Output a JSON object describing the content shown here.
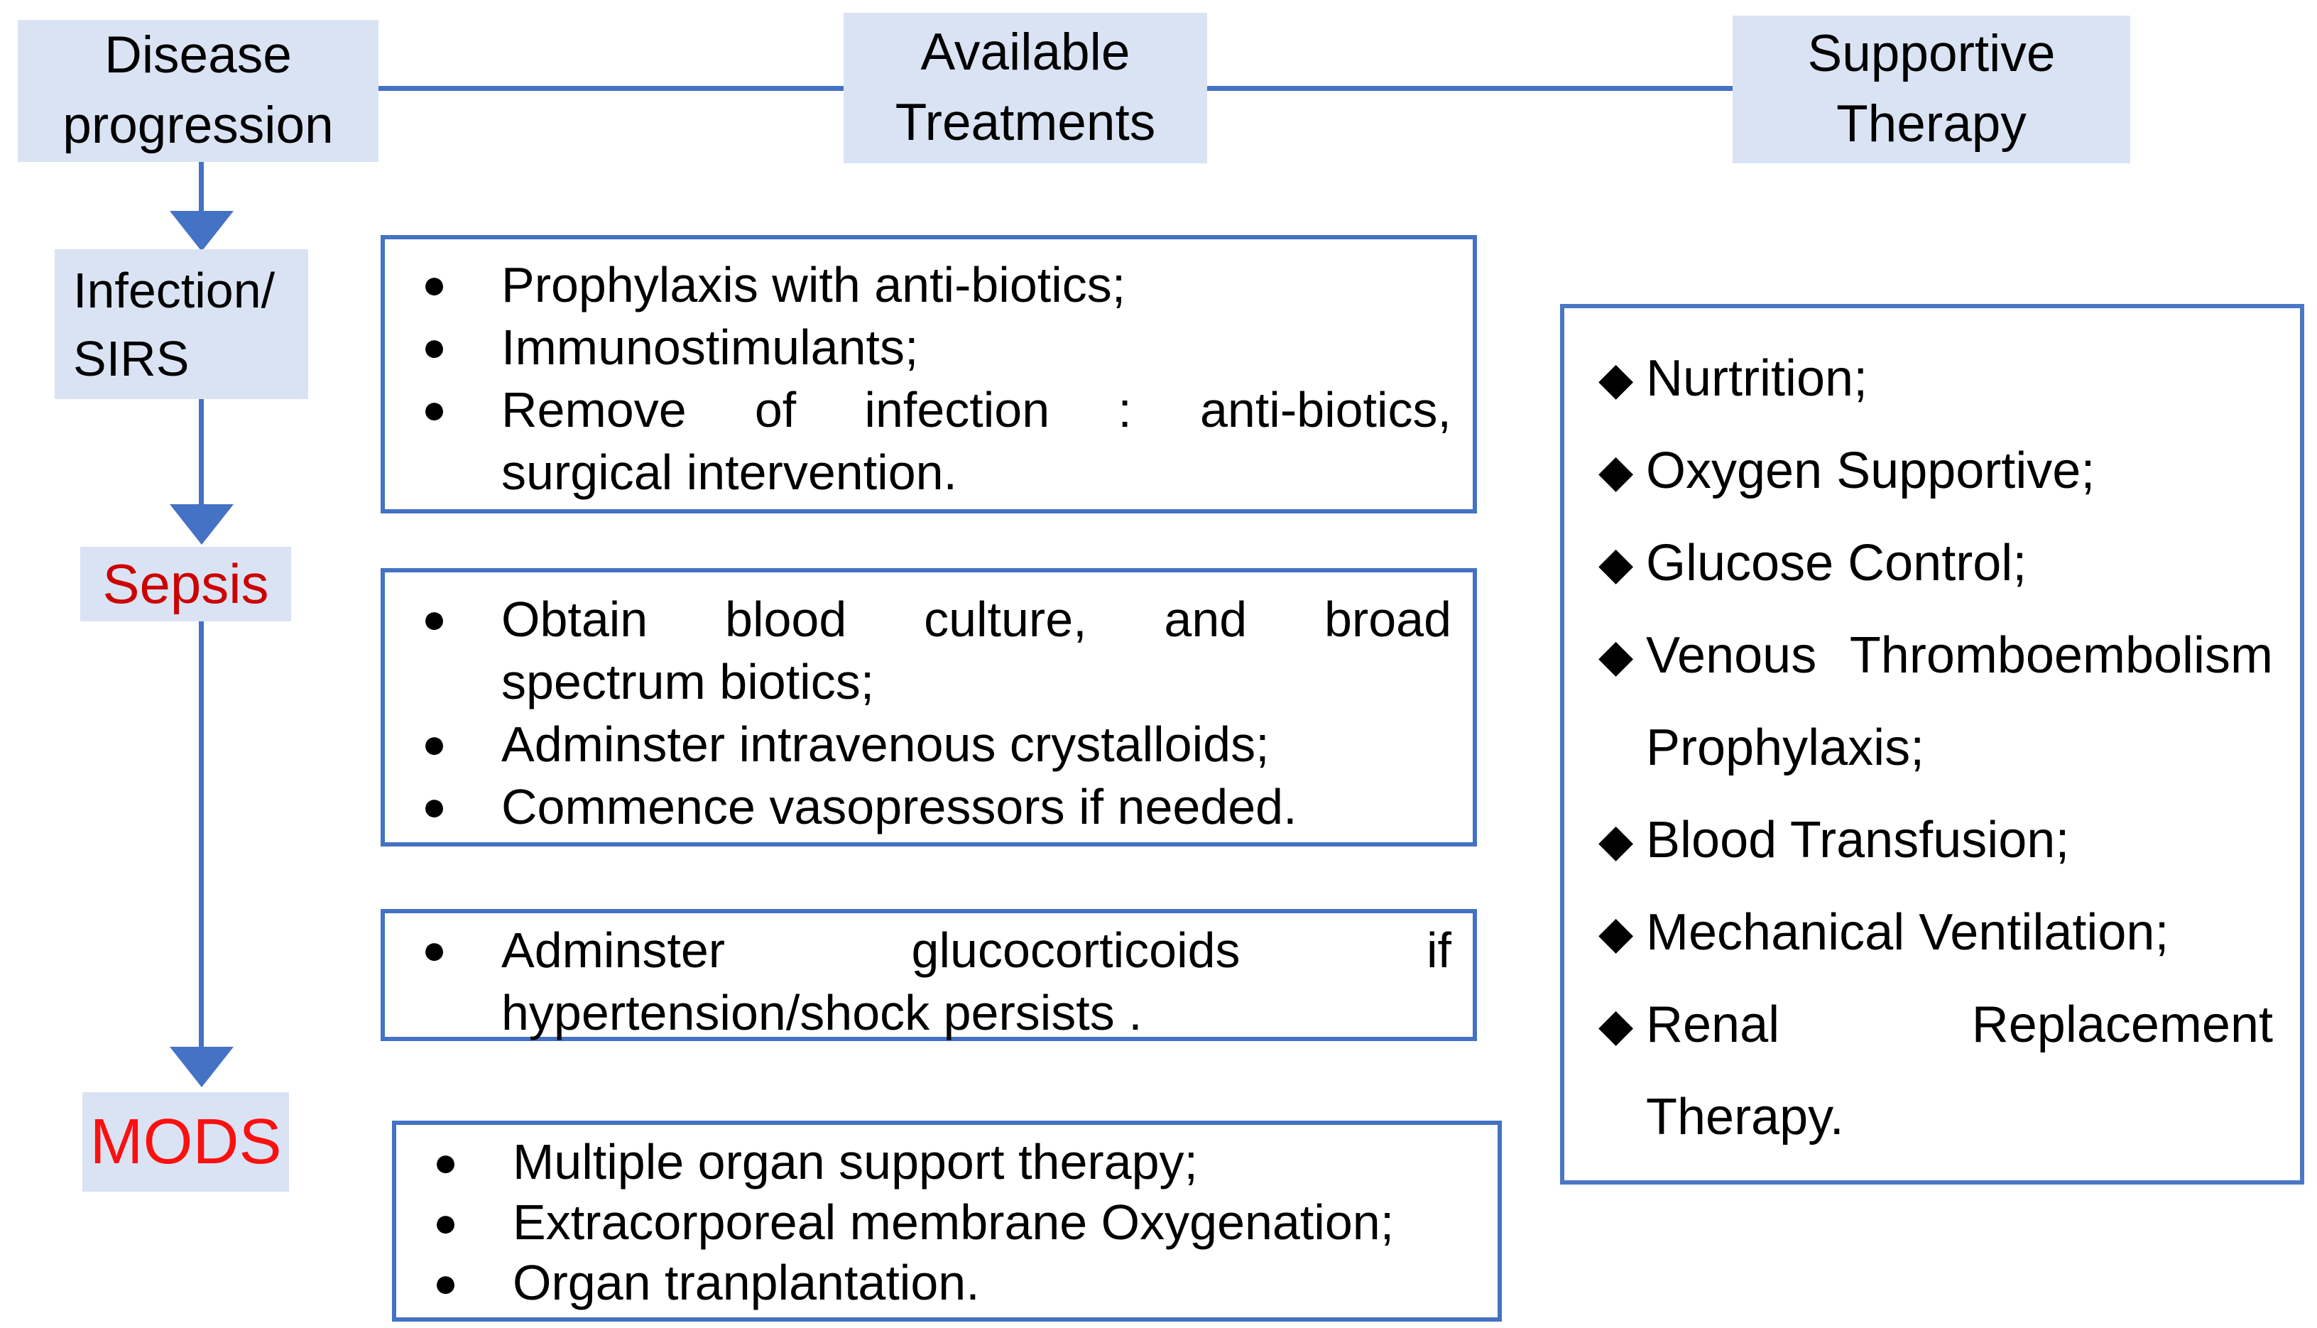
{
  "colors": {
    "accent_blue": "#4472c4",
    "stage_fill": "#dae3f3",
    "sepsis_red": "#cc0000",
    "mods_red": "#fb1010",
    "text": "#000000",
    "panel_bg": "#ffffff"
  },
  "glyphs": {
    "bullet": "●",
    "diamond": "◆"
  },
  "headers": {
    "disease_progression": "Disease progression",
    "available_treatments": "Available Treatments",
    "supportive_therapy": "Supportive Therapy"
  },
  "stages": {
    "infection_line1": "Infection/",
    "infection_line2": "SIRS",
    "sepsis": "Sepsis",
    "mods": "MODS"
  },
  "treatments": {
    "box1": {
      "items": [
        {
          "lines": [
            "Prophylaxis with anti-biotics;"
          ]
        },
        {
          "lines": [
            "Immunostimulants;"
          ]
        },
        {
          "lines": [
            "Remove of infection : anti-biotics,",
            "surgical intervention."
          ]
        }
      ]
    },
    "box2": {
      "items": [
        {
          "lines": [
            "Obtain blood culture, and broad",
            "spectrum biotics;"
          ]
        },
        {
          "lines": [
            "Adminster intravenous crystalloids;"
          ]
        },
        {
          "lines": [
            "Commence vasopressors if needed."
          ]
        }
      ]
    },
    "box3": {
      "items": [
        {
          "lines": [
            "Adminster glucocorticoids if",
            "hypertension/shock persists ."
          ]
        }
      ]
    },
    "box4": {
      "items": [
        {
          "lines": [
            "Multiple organ support therapy;"
          ]
        },
        {
          "lines": [
            "Extracorporeal membrane Oxygenation;"
          ]
        },
        {
          "lines": [
            "Organ tranplantation."
          ]
        }
      ]
    }
  },
  "supportive": {
    "items": [
      {
        "lines": [
          "Nurtrition;"
        ]
      },
      {
        "lines": [
          "Oxygen Supportive;"
        ]
      },
      {
        "lines": [
          "Glucose Control;"
        ]
      },
      {
        "lines": [
          "Venous Thromboembolism",
          "Prophylaxis;"
        ]
      },
      {
        "lines": [
          "Blood Transfusion;"
        ]
      },
      {
        "lines": [
          "Mechanical Ventilation;"
        ]
      },
      {
        "lines": [
          "Renal Replacement",
          "Therapy."
        ]
      }
    ]
  }
}
